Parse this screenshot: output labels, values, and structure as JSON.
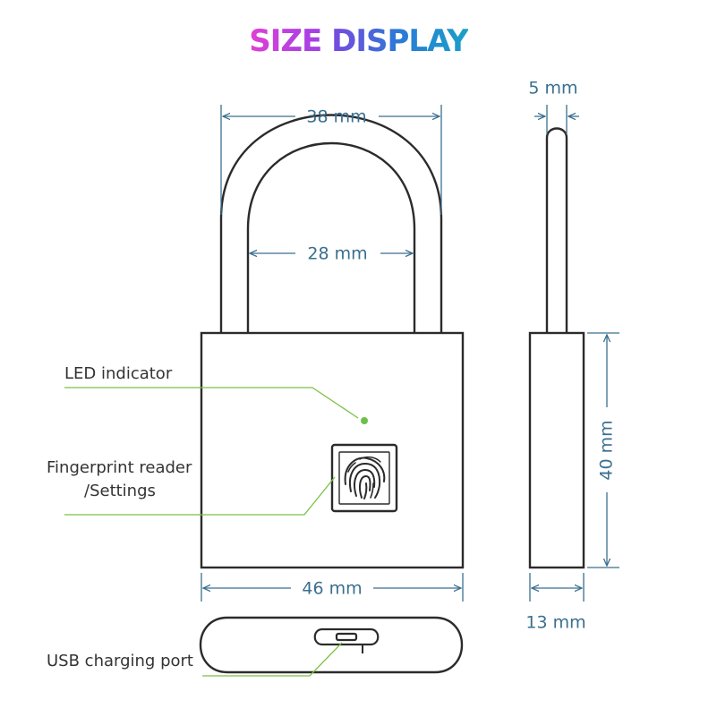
{
  "title": {
    "word1": "SIZE",
    "word2": "DISPLAY"
  },
  "dimensions": {
    "outer_width": "38 mm",
    "inner_width": "28 mm",
    "shackle_thickness": "5 mm",
    "body_width": "46 mm",
    "body_height": "40 mm",
    "body_depth": "13 mm"
  },
  "callouts": {
    "led": "LED indicator",
    "fingerprint_line1": "Fingerprint reader",
    "fingerprint_line2": "/Settings",
    "usb": "USB charging port"
  },
  "colors": {
    "outline": "#2b2b2b",
    "dimension": "#3a6f8f",
    "callout": "#7ac143",
    "led": "#6cc04a"
  }
}
